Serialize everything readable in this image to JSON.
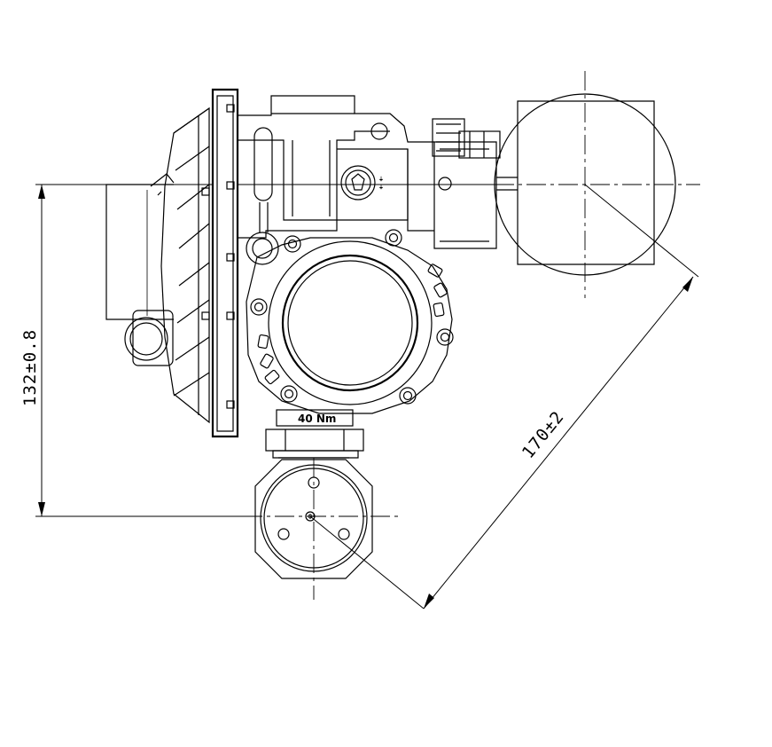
{
  "dimensions": {
    "vertical": "132±0.8",
    "diagonal": "170±2"
  },
  "annotations": {
    "torque": "40 Nm"
  }
}
